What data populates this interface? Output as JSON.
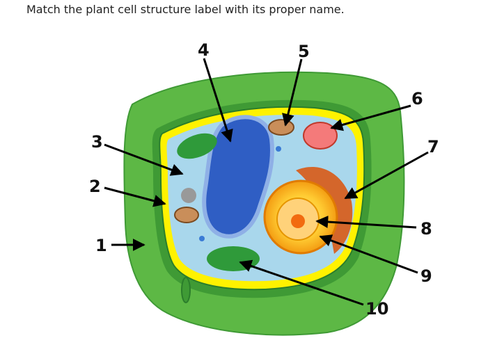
{
  "question": "Match the plant cell structure label with its proper name.",
  "labels": [
    "1",
    "2",
    "3",
    "4",
    "5",
    "6",
    "7",
    "8",
    "9",
    "10"
  ],
  "colors": {
    "cell_wall": "#5db845",
    "cell_wall_dark": "#3f9a35",
    "membrane": "#fff200",
    "cytoplasm": "#a9d7ec",
    "vacuole": "#2f5ec4",
    "nucleus": "#f7a51d",
    "chloroplast": "#2f9a3a",
    "golgi": "#f47a7a"
  }
}
